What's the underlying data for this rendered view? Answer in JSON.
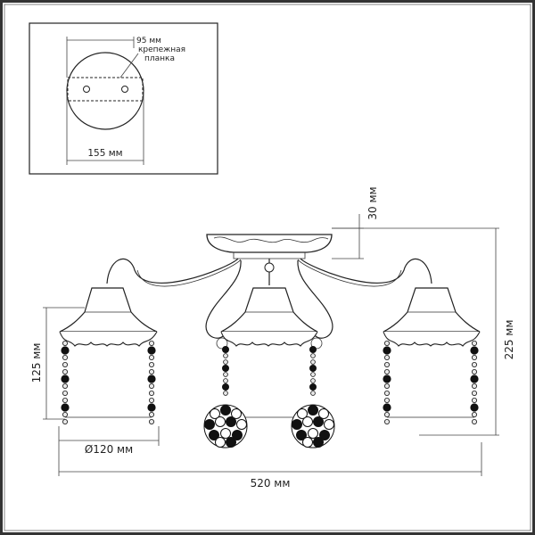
{
  "inset": {
    "dim_95": "95 мм",
    "label_line1": "крепежная",
    "label_line2": "планка",
    "dim_155": "155 мм"
  },
  "dimensions": {
    "height_30": "30 мм",
    "height_225": "225 мм",
    "height_125": "125 мм",
    "diameter_120": "Ø120 мм",
    "width_520": "520 мм"
  },
  "colors": {
    "line": "#222222",
    "frame": "#333333",
    "bead_dark": "#111111",
    "bead_light": "#e8e8e8"
  }
}
